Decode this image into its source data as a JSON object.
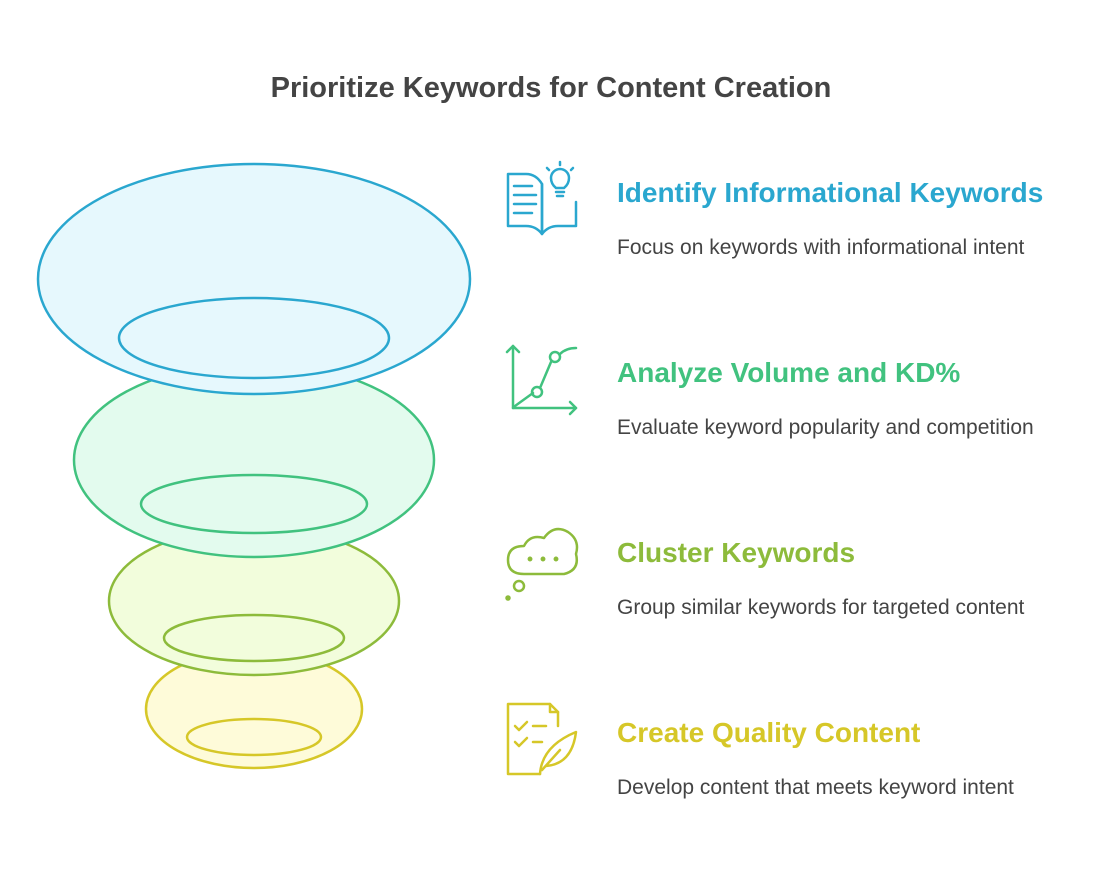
{
  "title": "Prioritize Keywords for Content Creation",
  "colors": {
    "blue": "#2aa7cf",
    "blue_fill": "#e6f8fd",
    "green": "#41c27f",
    "green_fill": "#e3fbee",
    "olive": "#8dbb3b",
    "olive_fill": "#f2fddc",
    "yellow": "#d6c728",
    "yellow_fill": "#fefbd9",
    "text": "#444444"
  },
  "steps": [
    {
      "heading": "Identify Informational Keywords",
      "description": "Focus on keywords with informational intent",
      "icon": "book-lightbulb-icon",
      "color": "#2aa7cf"
    },
    {
      "heading": "Analyze Volume and KD%",
      "description": "Evaluate keyword popularity and competition",
      "icon": "line-chart-icon",
      "color": "#41c27f"
    },
    {
      "heading": "Cluster Keywords",
      "description": "Group similar keywords for targeted content",
      "icon": "thought-bubble-icon",
      "color": "#8dbb3b"
    },
    {
      "heading": "Create Quality Content",
      "description": "Develop content that meets keyword intent",
      "icon": "checklist-feather-icon",
      "color": "#d6c728"
    }
  ]
}
